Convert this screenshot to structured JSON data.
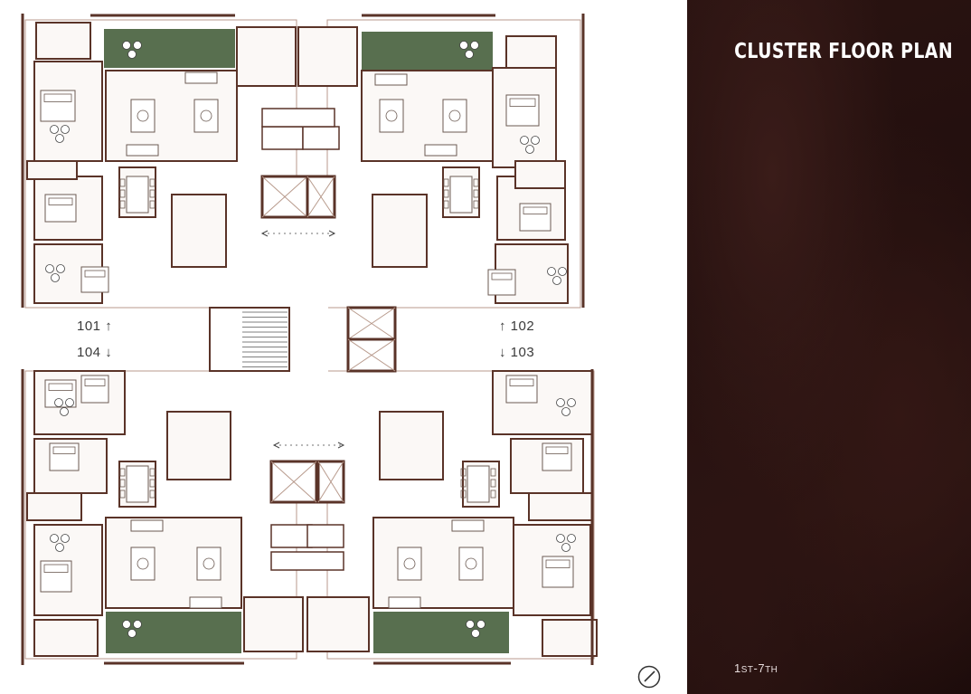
{
  "panel": {
    "title": "CLUSTER FLOOR PLAN",
    "floor_range": "1ST-7TH"
  },
  "units": {
    "u101": "101 ↑",
    "u102": "↑ 102",
    "u103": "↓ 103",
    "u104": "104 ↓"
  },
  "icons": {
    "compass": "north-compass-icon"
  },
  "colors": {
    "wall": "#5a3328",
    "thin_wall": "#b89a8c",
    "balcony": "#586f4f",
    "panel_bg": "#241110",
    "panel_text": "#ffffff"
  }
}
